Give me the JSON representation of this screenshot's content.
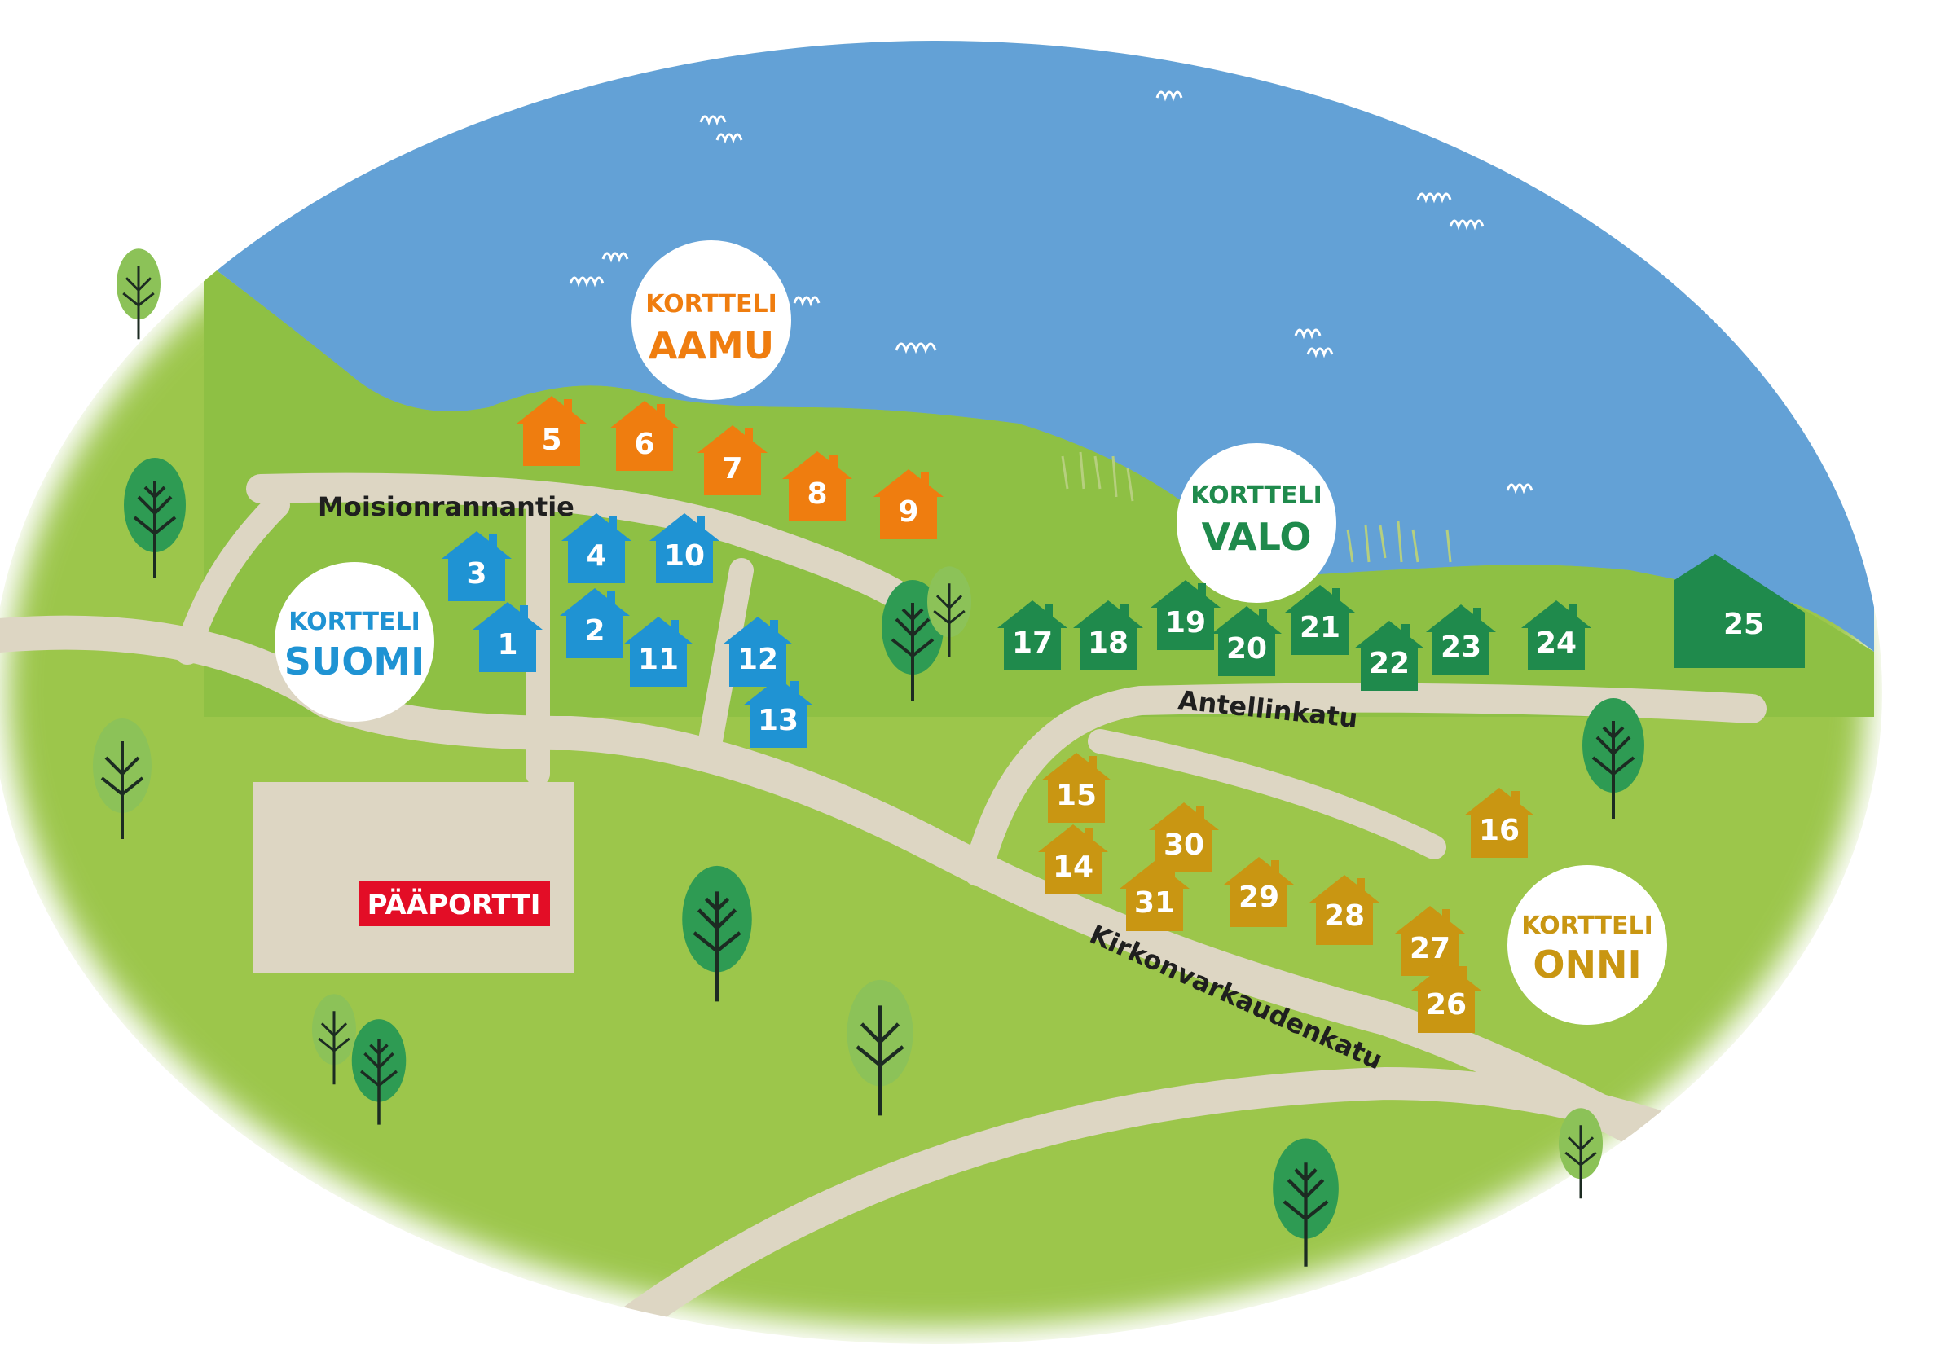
{
  "colors": {
    "suomi": "#1f93d3",
    "aamu": "#ef7d0f",
    "valo": "#1f8a4c",
    "onni": "#c99612",
    "gate": "#e30d26",
    "water": "#63a1d6",
    "grass": "#9cc64b",
    "road": "#ddd6c3"
  },
  "roads": {
    "moisionrannantie": "Moisionrannantie",
    "antellinkatu": "Antellinkatu",
    "kirkonvarkaudenkatu": "Kirkonvarkaudenkatu"
  },
  "gate": {
    "label": "PÄÄPORTTI"
  },
  "blocks": {
    "aamu": {
      "top": "KORTTELI",
      "main": "AAMU"
    },
    "suomi": {
      "top": "KORTTELI",
      "main": "SUOMI"
    },
    "valo": {
      "top": "KORTTELI",
      "main": "VALO"
    },
    "onni": {
      "top": "KORTTELI",
      "main": "ONNI"
    }
  },
  "houses": {
    "h1": "1",
    "h2": "2",
    "h3": "3",
    "h4": "4",
    "h5": "5",
    "h6": "6",
    "h7": "7",
    "h8": "8",
    "h9": "9",
    "h10": "10",
    "h11": "11",
    "h12": "12",
    "h13": "13",
    "h14": "14",
    "h15": "15",
    "h16": "16",
    "h17": "17",
    "h18": "18",
    "h19": "19",
    "h20": "20",
    "h21": "21",
    "h22": "22",
    "h23": "23",
    "h24": "24",
    "h25": "25",
    "h26": "26",
    "h27": "27",
    "h28": "28",
    "h29": "29",
    "h30": "30",
    "h31": "31"
  }
}
